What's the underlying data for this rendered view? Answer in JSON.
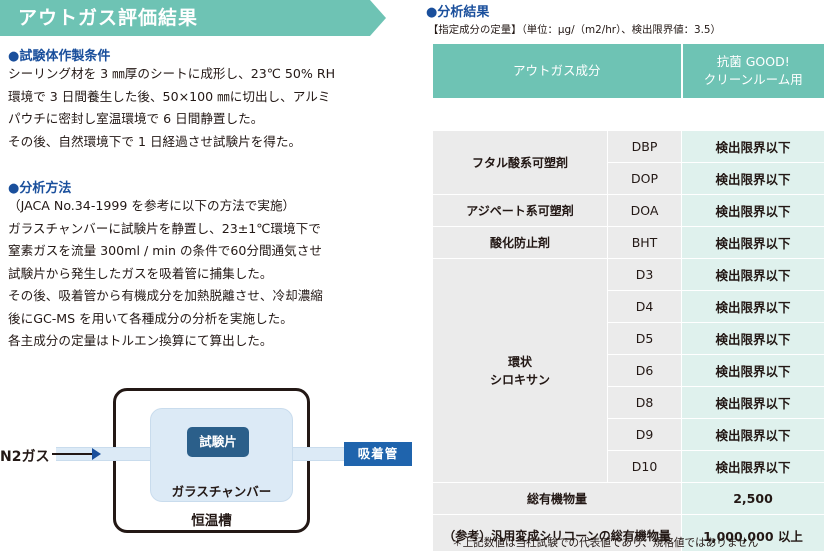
{
  "title": "アウトガス評価結果",
  "conditions": {
    "heading": "●試験体作製条件",
    "lines": [
      "シーリング材を 3 ㎜厚のシートに成形し、23℃ 50% RH",
      "環境で 3 日間養生した後、50×100 ㎜に切出し、アルミ",
      "パウチに密封し室温環境で 6 日間静置した。",
      "その後、自然環境下で 1 日経過させ試験片を得た。"
    ]
  },
  "method": {
    "heading": "●分析方法",
    "lines": [
      "（JACA No.34-1999 を参考に以下の方法で実施）",
      "ガラスチャンバーに試験片を静置し、23±1℃環境下で",
      "窒素ガスを流量 300ml / min の条件で60分間通気させ",
      "試験片から発生したガスを吸着管に捕集した。",
      "その後、吸着管から有機成分を加熱脱離させ、冷却濃縮",
      "後にGC-MS を用いて各種成分の分析を実施した。",
      "各主成分の定量はトルエン換算にて算出した。"
    ]
  },
  "diagram": {
    "n2_label": "N2ガス",
    "sample_label": "試験片",
    "chamber_label": "ガラスチャンバー",
    "bath_label": "恒温槽",
    "tube_label": "吸着管"
  },
  "results": {
    "heading": "●分析結果",
    "subheading": "【指定成分の定量】（単位：μg/（m2/hr）、検出限界値：3.5）",
    "header_component": "アウトガス成分",
    "header_product_line1": "抗菌 GOOD!",
    "header_product_line2": "クリーンルーム用",
    "groups": [
      {
        "category": "フタル酸系可塑剤",
        "rows": [
          {
            "code": "DBP",
            "value": "検出限界以下"
          },
          {
            "code": "DOP",
            "value": "検出限界以下"
          }
        ]
      },
      {
        "category": "アジペート系可塑剤",
        "rows": [
          {
            "code": "DOA",
            "value": "検出限界以下"
          }
        ]
      },
      {
        "category": "酸化防止剤",
        "rows": [
          {
            "code": "BHT",
            "value": "検出限界以下"
          }
        ]
      },
      {
        "category_line1": "環状",
        "category_line2": "シロキサン",
        "rows": [
          {
            "code": "D3",
            "value": "検出限界以下"
          },
          {
            "code": "D4",
            "value": "検出限界以下"
          },
          {
            "code": "D5",
            "value": "検出限界以下"
          },
          {
            "code": "D6",
            "value": "検出限界以下"
          },
          {
            "code": "D8",
            "value": "検出限界以下"
          },
          {
            "code": "D9",
            "value": "検出限界以下"
          },
          {
            "code": "D10",
            "value": "検出限界以下"
          }
        ]
      }
    ],
    "total_label": "総有機物量",
    "total_value": "2,500",
    "ref_label": "（参考）汎用変成シリコーンの総有機物量",
    "ref_value": "1,000,000 以上",
    "footnote": "＊上記数値は当社試験での代表値であり、規格値ではありません"
  }
}
